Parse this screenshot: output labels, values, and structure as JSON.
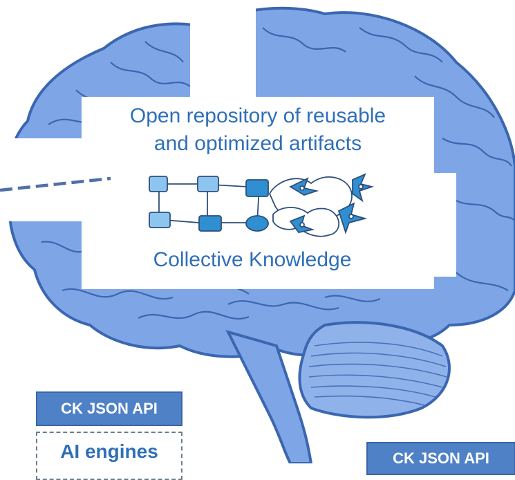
{
  "repository": {
    "title_line1": "Open repository of reusable",
    "title_line2": "and optimized artifacts",
    "ck_label": "Collective Knowledge"
  },
  "left_stack": {
    "api_label": "CK JSON API",
    "engines_label": "AI engines"
  },
  "right_stack": {
    "api_label": "CK JSON API"
  },
  "colors": {
    "brain_fill": "#7ea6e6",
    "brain_stroke": "#3b66b0",
    "text_blue": "#2f6fb8",
    "api_box": "#4f81c7",
    "node_light": "#8cc6f0",
    "node_dark": "#2f8fd0"
  },
  "icons": [
    "brain",
    "workflow-graph",
    "neuron-network"
  ]
}
